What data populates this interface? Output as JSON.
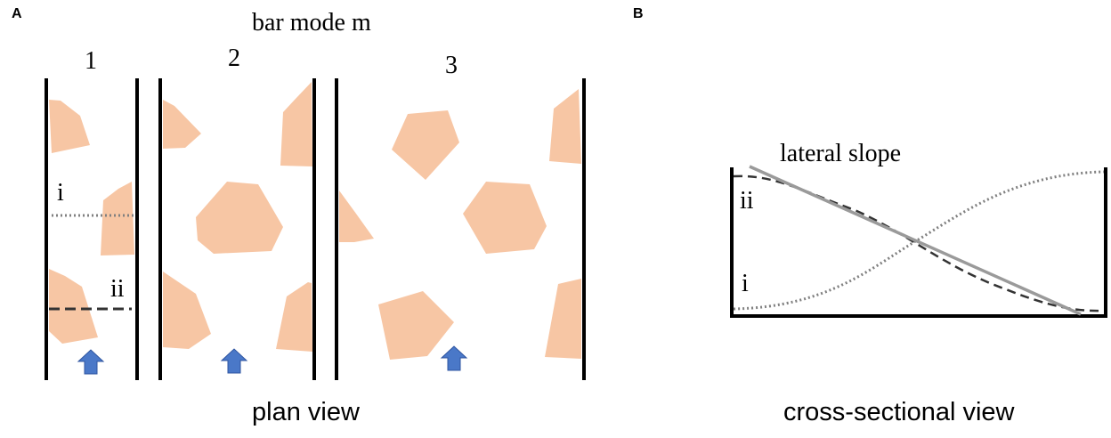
{
  "panel_a": {
    "letter": "A",
    "title": "bar mode m",
    "channels": [
      {
        "label": "1"
      },
      {
        "label": "2"
      },
      {
        "label": "3"
      }
    ],
    "section_i_label": "i",
    "section_ii_label": "ii",
    "caption": "plan view"
  },
  "panel_b": {
    "letter": "B",
    "slope_label": "lateral slope",
    "profile_ii_label": "ii",
    "profile_i_label": "i",
    "caption": "cross-sectional view"
  },
  "colors": {
    "bar": "#f7c6a4",
    "arrow": "#4a78c8",
    "arrow_edge": "#2f55a0",
    "wall": "#000000",
    "slope_line": "#9a9a9a",
    "profile_dashed": "#333333",
    "profile_dotted": "#808080"
  }
}
